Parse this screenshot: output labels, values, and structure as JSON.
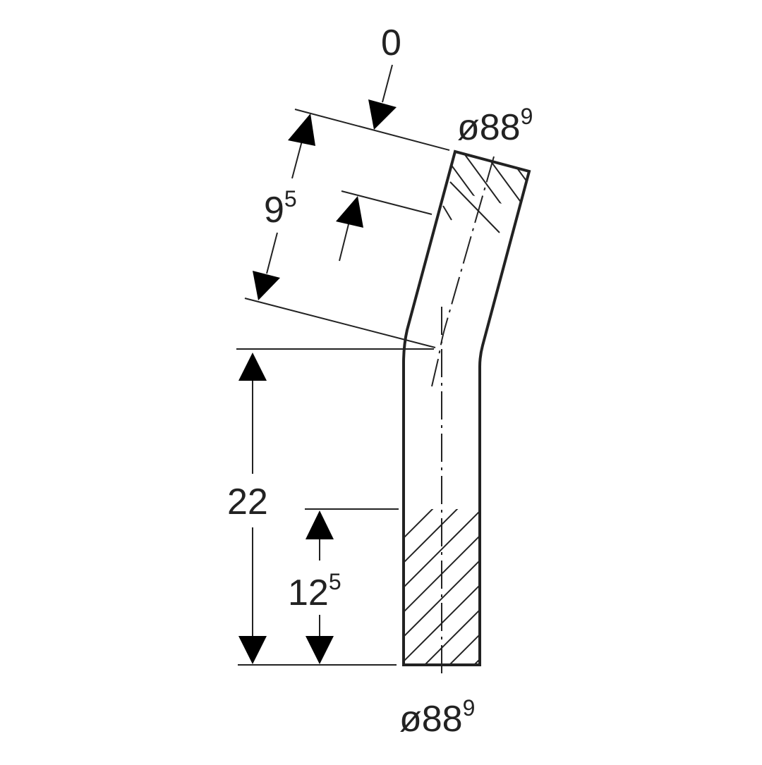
{
  "labels": {
    "angle": "0",
    "top_diameter_main": "ø88",
    "top_diameter_sup": "9",
    "bottom_diameter_main": "ø88",
    "bottom_diameter_sup": "9",
    "angled_length_main": "9",
    "angled_length_sup": "5",
    "total_height": "22",
    "insert_depth_main": "12",
    "insert_depth_sup": "5"
  },
  "colors": {
    "line": "#222222",
    "background": "#ffffff"
  }
}
